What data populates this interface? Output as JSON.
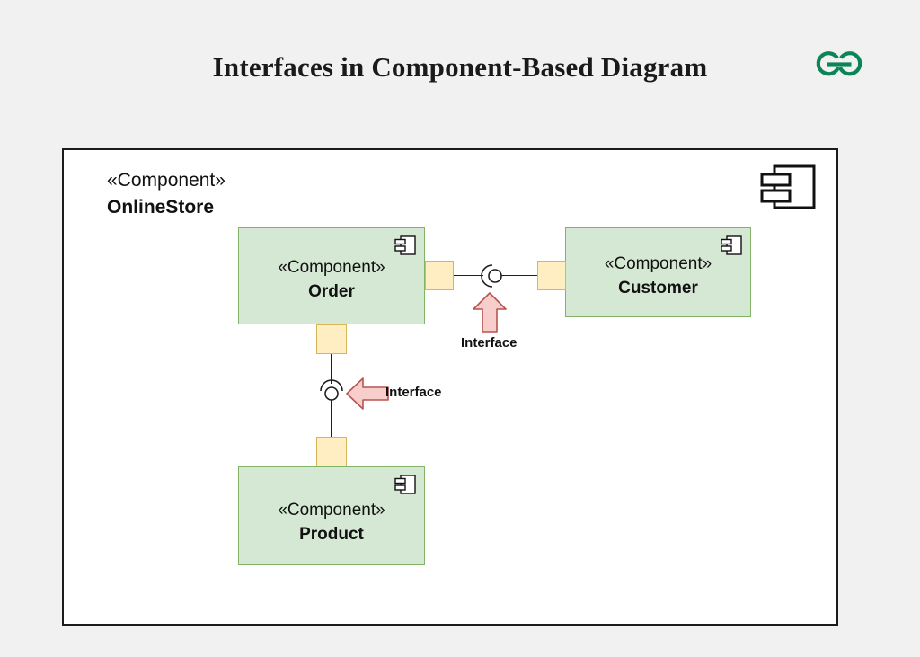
{
  "page": {
    "title": "Interfaces in Component-Based Diagram",
    "background_color": "#f1f1f1"
  },
  "brand": {
    "name": "geeksforgeeks-logo",
    "color": "#0b8457"
  },
  "diagram": {
    "type": "uml-component-diagram",
    "frame": {
      "stereotype": "«Component»",
      "name": "OnlineStore",
      "icon": "component-icon",
      "border_color": "#1c1c1c",
      "fill": "#ffffff"
    },
    "colors": {
      "component_fill": "#d5e8d4",
      "component_border": "#82b366",
      "port_fill": "#ffeec2",
      "port_border": "#d6b656",
      "annotation_fill": "#f8cecc",
      "annotation_border": "#b85450",
      "connector": "#1f1f1f"
    },
    "components": [
      {
        "id": "order",
        "stereotype": "«Component»",
        "name": "Order",
        "icon": "component-icon"
      },
      {
        "id": "customer",
        "stereotype": "«Component»",
        "name": "Customer",
        "icon": "component-icon"
      },
      {
        "id": "product",
        "stereotype": "«Component»",
        "name": "Product",
        "icon": "component-icon"
      }
    ],
    "ports": [
      {
        "id": "order-right",
        "owner": "order",
        "side": "right"
      },
      {
        "id": "customer-left",
        "owner": "customer",
        "side": "left"
      },
      {
        "id": "order-bottom",
        "owner": "order",
        "side": "bottom"
      },
      {
        "id": "product-top",
        "owner": "product",
        "side": "top"
      }
    ],
    "connectors": [
      {
        "id": "order-customer",
        "kind": "assembly-connector",
        "notation": "ball-and-socket",
        "from": "order",
        "to": "customer",
        "orientation": "horizontal"
      },
      {
        "id": "order-product",
        "kind": "assembly-connector",
        "notation": "ball-and-socket",
        "from": "order",
        "to": "product",
        "orientation": "vertical"
      }
    ],
    "annotations": [
      {
        "id": "interface-1",
        "label": "Interface",
        "arrow": "arrow-up-icon",
        "points_at": "order-customer"
      },
      {
        "id": "interface-2",
        "label": "Interface",
        "arrow": "arrow-left-icon",
        "points_at": "order-product"
      }
    ]
  }
}
